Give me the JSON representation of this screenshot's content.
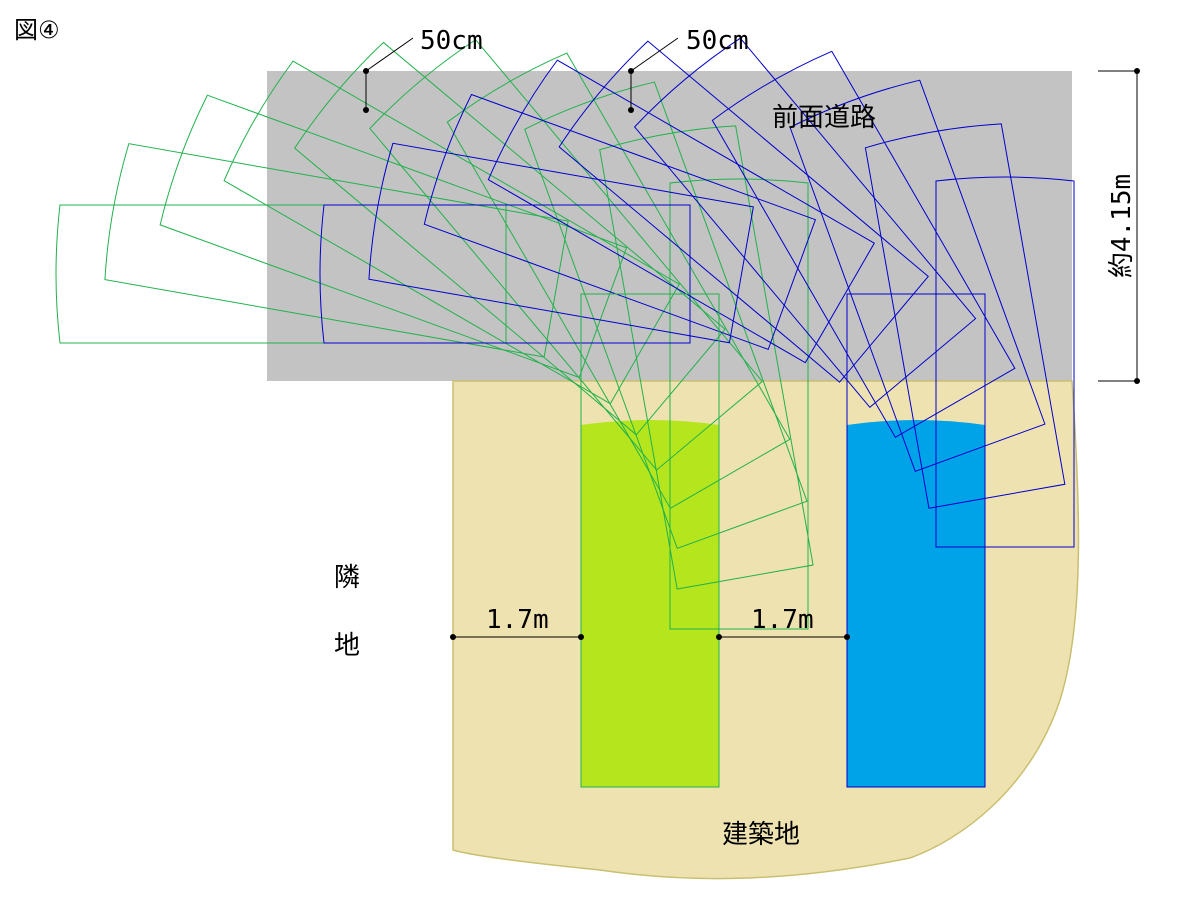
{
  "figure_label": "図④",
  "labels": {
    "road": "前面道路",
    "site": "建築地",
    "neighbor_1": "隣",
    "neighbor_2": "地",
    "road_width": "約4.15m",
    "turn_offset_1": "50cm",
    "turn_offset_2": "50cm",
    "gap_1": "1.7m",
    "gap_2": "1.7m"
  },
  "colors": {
    "road": "#c3c3c3",
    "site": "#efe2b1",
    "site_edge": "#c8c070",
    "car_green_fill": "#b5e61d",
    "car_green_line": "#22b14c",
    "car_blue_fill": "#00a2e8",
    "car_blue_line": "#0000cc",
    "dim_line": "#000000"
  },
  "cars": {
    "green_angles": [
      0,
      10,
      20,
      30,
      40,
      50,
      60,
      70,
      80,
      90
    ],
    "blue_angles": [
      0,
      10,
      20,
      30,
      40,
      50,
      60,
      70,
      80,
      90
    ]
  }
}
